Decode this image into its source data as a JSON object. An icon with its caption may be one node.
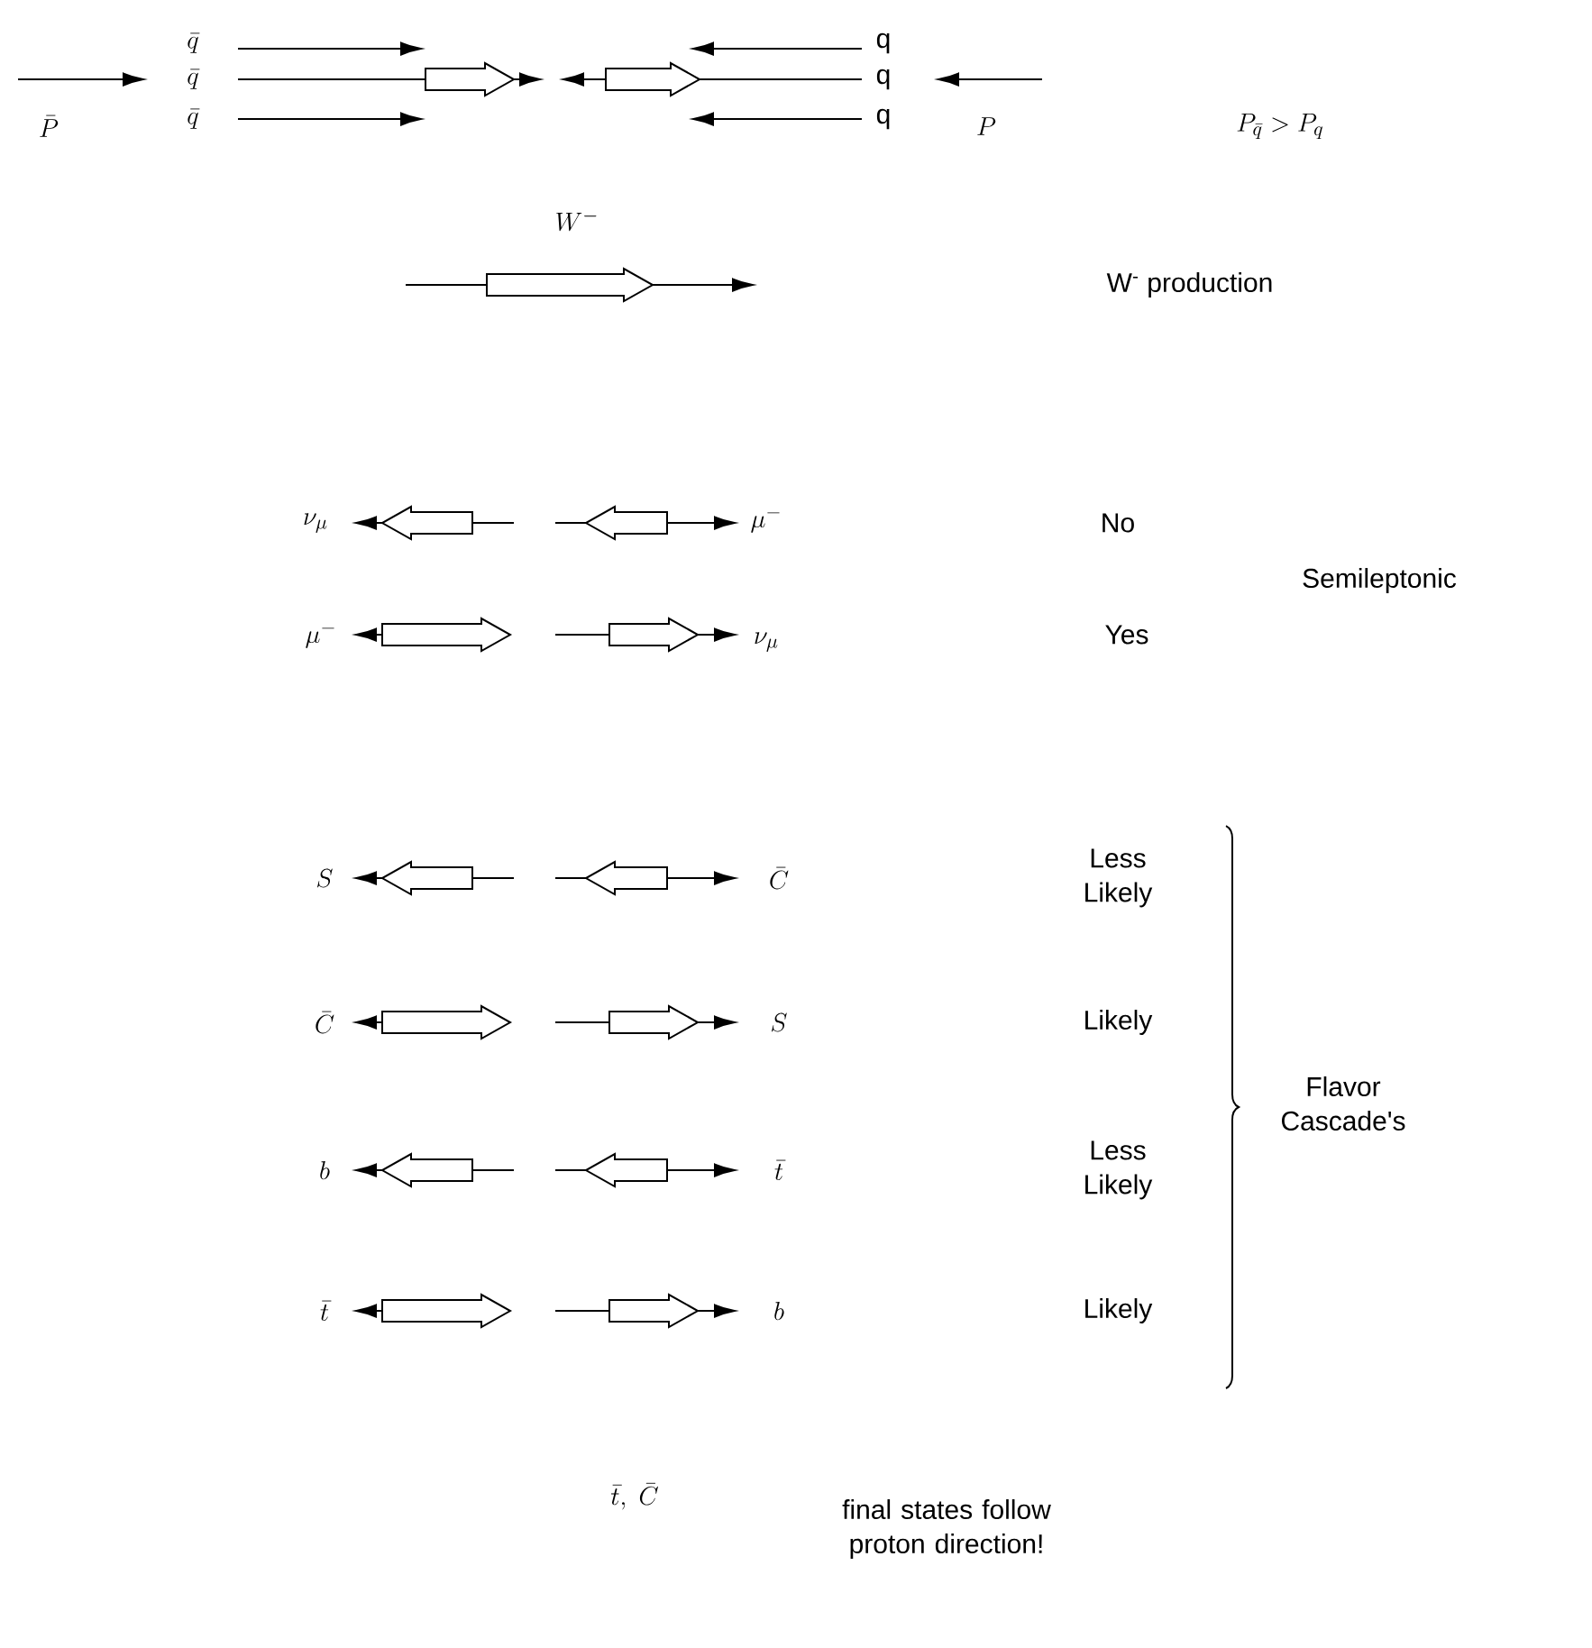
{
  "diagram": {
    "labels": [
      "\\bar{P}",
      "\\bar{q}",
      "\\bar{q}",
      "\\bar{q}",
      "q",
      "q",
      "q",
      "P",
      "P_{\\bar{q}} > P_{q}",
      "W^{-}",
      "W$^{-}$ production",
      "\\nu_{\\mu}",
      "\\mu^{-}",
      "No",
      "Semileptonic",
      "\\mu^{-}",
      "\\nu_{\\mu}",
      "Yes",
      "S",
      "\\bar{C}",
      "Less Likely",
      "\\bar{C}",
      "S",
      "Likely",
      "Flavor Cascade's",
      "b",
      "\\bar{t}",
      "Less Likely",
      "\\bar{t}",
      "b",
      "Likely",
      "\\bar{t},\\ \\bar{C}",
      "final states follow proton direction!"
    ]
  }
}
